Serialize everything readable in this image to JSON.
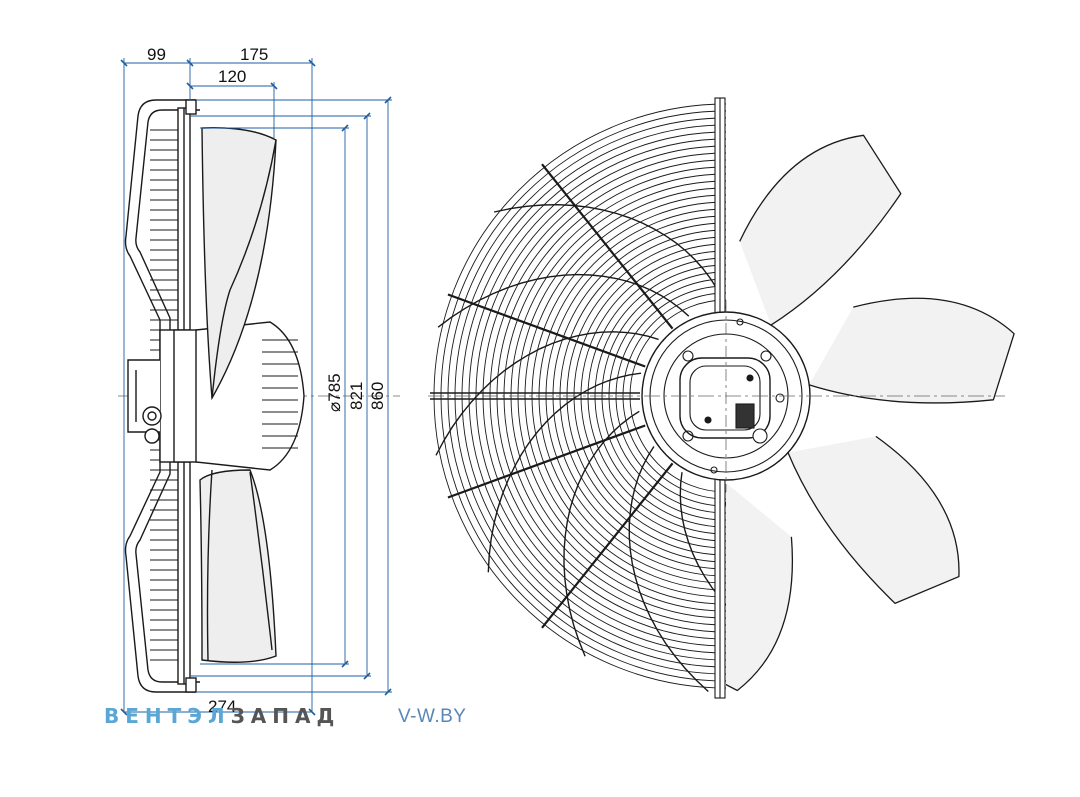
{
  "dimensions": {
    "d99": "99",
    "d175": "175",
    "d120": "120",
    "d274": "274",
    "d785": "⌀785",
    "d821": "821",
    "d860": "860"
  },
  "branding": {
    "name_part1": "ВЕНТЭЛ",
    "name_part2": "ЗАПАД",
    "website": "V-W.BY"
  },
  "colors": {
    "dimension_line": "#1f5fa0",
    "outline": "#1a1a1a",
    "blade_fill": "#eeeeee",
    "brand_blue": "#5aa7d6",
    "brand_gray": "#555555"
  }
}
